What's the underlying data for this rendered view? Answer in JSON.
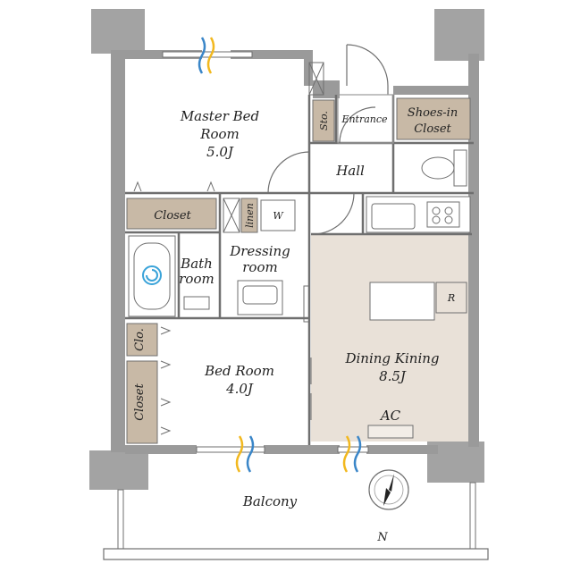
{
  "rooms": {
    "master_line1": "Master Bed",
    "master_line2": "Room",
    "master_size": "5.0J",
    "storage": "Sto.",
    "entrance": "Entrance",
    "shoes_line1": "Shoes-in",
    "shoes_line2": "Closet",
    "hall": "Hall",
    "closet_top": "Closet",
    "linen": "linen",
    "washer": "W",
    "bath_line1": "Bath",
    "bath_line2": "room",
    "dressing_line1": "Dressing",
    "dressing_line2": "room",
    "clo": "Clo.",
    "closet_side": "Closet",
    "bed_line1": "Bed Room",
    "bed_size": "4.0J",
    "dining_line1": "Dining Kining",
    "dining_size": "8.5J",
    "refrigerator": "R",
    "ac": "AC",
    "balcony": "Balcony",
    "north": "N"
  },
  "colors": {
    "wall": "#9a9a9a",
    "column": "#a3a3a3",
    "dining_floor": "#e9e1d8",
    "closet_fill": "#c8b9a6",
    "line": "#6f6f6f",
    "vent_blue": "#3a86c8",
    "vent_yellow": "#f2b81e",
    "bath_blue": "#3aa3d9"
  }
}
